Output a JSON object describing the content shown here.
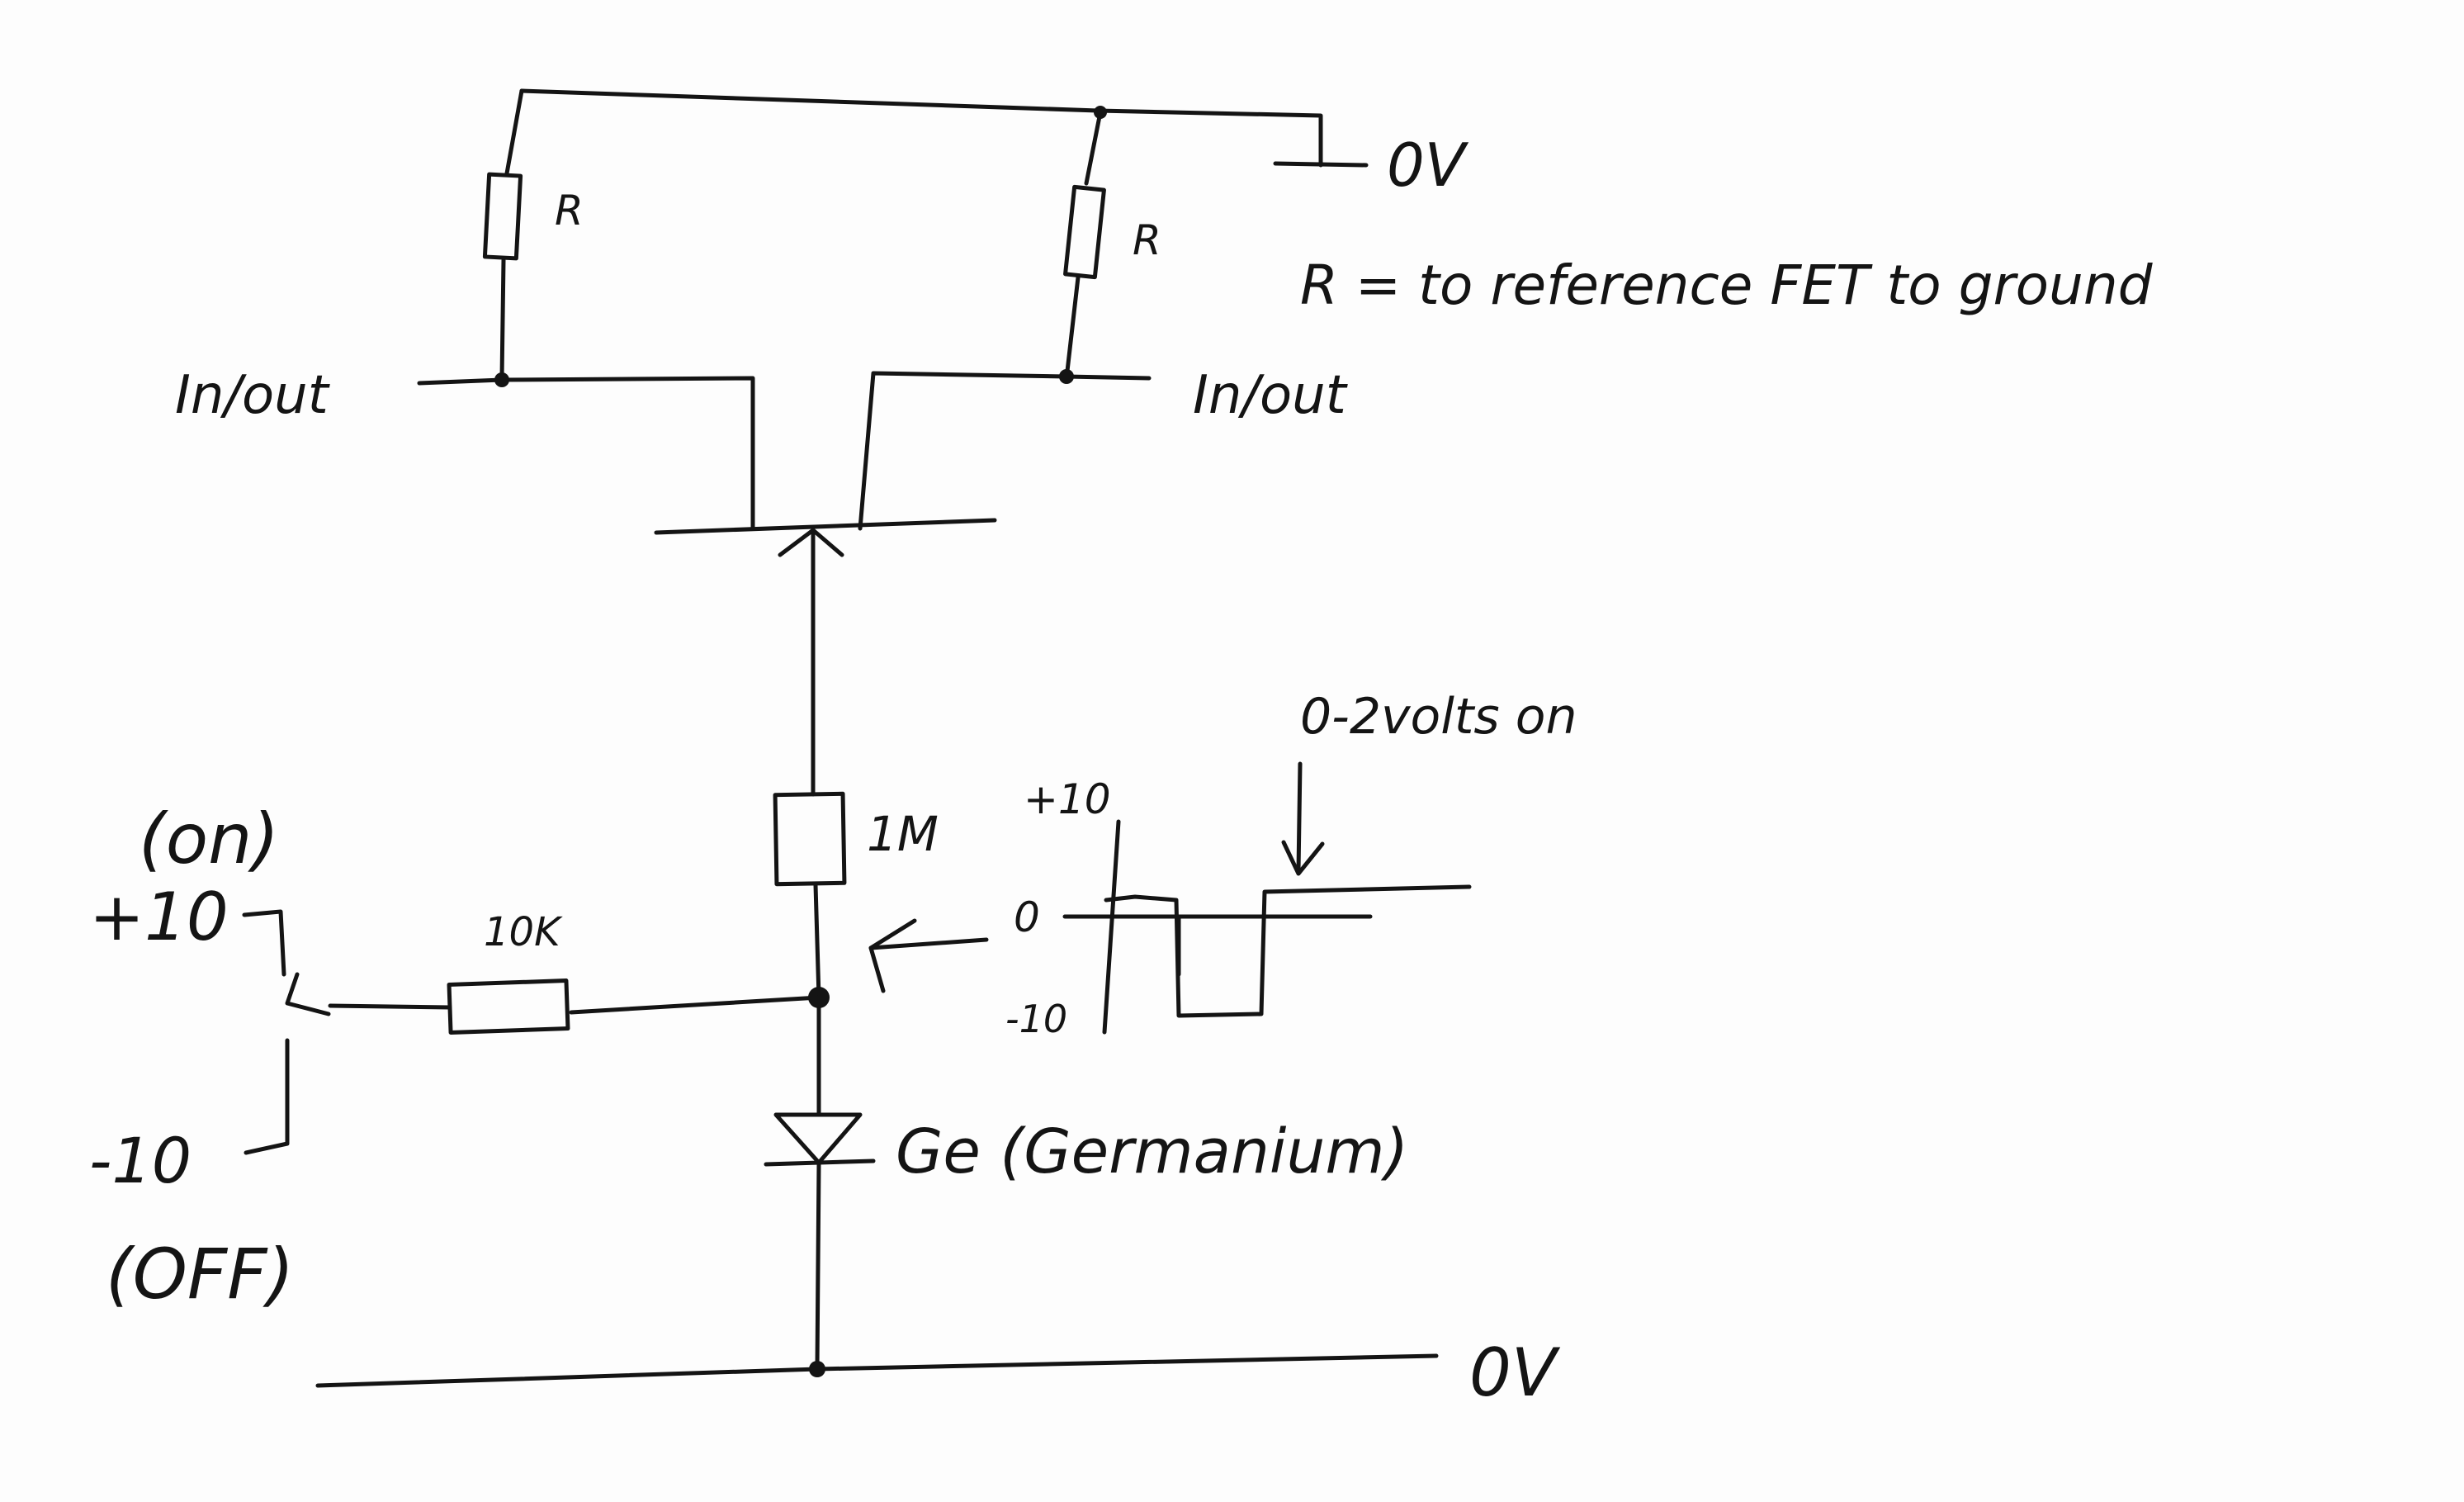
{
  "labels": {
    "top_ground": "0V",
    "bottom_ground": "0V",
    "resistor_left": "R",
    "resistor_right": "R",
    "note": "R = to reference FET to ground",
    "in_out_left": "In/out",
    "in_out_right": "In/out",
    "resistor_1m": "1M",
    "resistor_10k": "10K",
    "switch_on_state": "(on)",
    "switch_on_volts": "+10",
    "switch_off_volts": "-10",
    "switch_off_state": "(OFF)",
    "diode": "Ge (Germanium)",
    "wave_plus": "+10",
    "wave_zero": "0",
    "wave_minus": "-10",
    "wave_note": "0-2volts on"
  },
  "colors": {
    "ink": "#141414",
    "paper": "#fdfdfd"
  }
}
